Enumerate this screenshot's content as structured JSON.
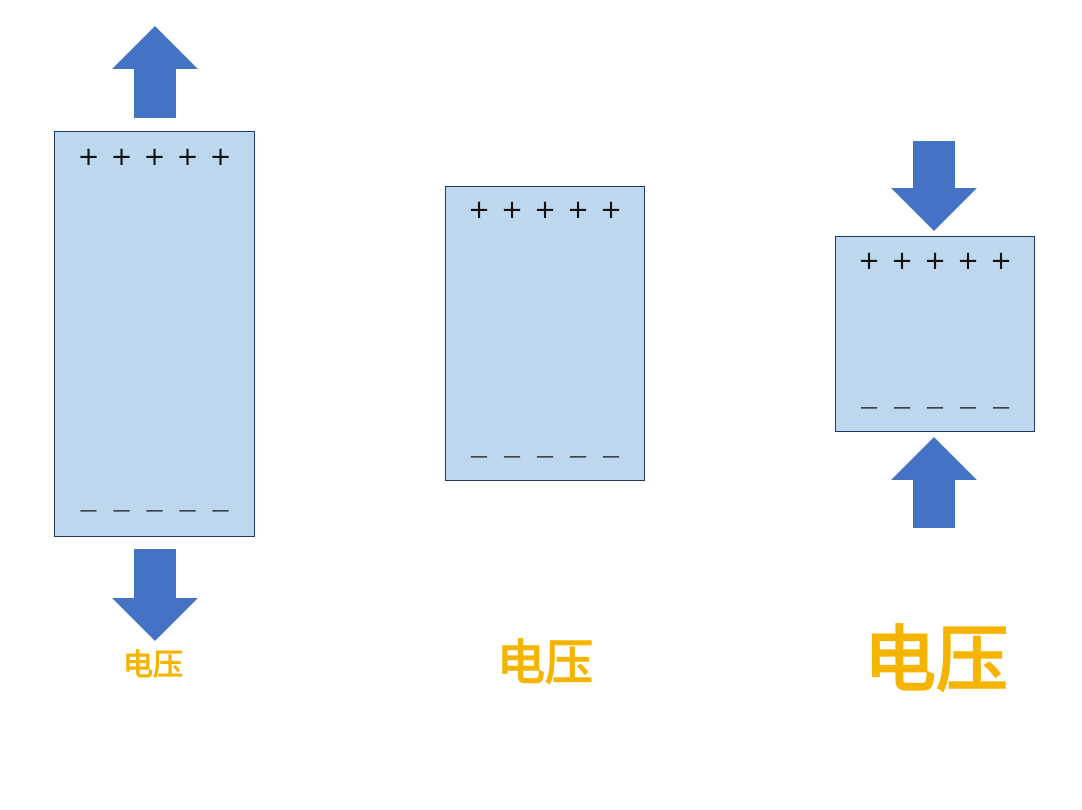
{
  "capacitors": [
    {
      "plus": [
        "+",
        "+",
        "+",
        "+",
        "+"
      ],
      "minus": [
        "—",
        "—",
        "—",
        "—",
        "—"
      ],
      "label": "电压"
    },
    {
      "plus": [
        "+",
        "+",
        "+",
        "+",
        "+"
      ],
      "minus": [
        "—",
        "—",
        "—",
        "—",
        "—"
      ],
      "label": "电压"
    },
    {
      "plus": [
        "+",
        "+",
        "+",
        "+",
        "+"
      ],
      "minus": [
        "—",
        "—",
        "—",
        "—",
        "—"
      ],
      "label": "电压"
    }
  ],
  "colors": {
    "plate_fill": "#bdd7ee",
    "plate_border": "#1f3864",
    "arrow": "#4472c4",
    "label": "#f4b400"
  },
  "icons": [
    "arrow-up-icon",
    "arrow-down-icon"
  ]
}
